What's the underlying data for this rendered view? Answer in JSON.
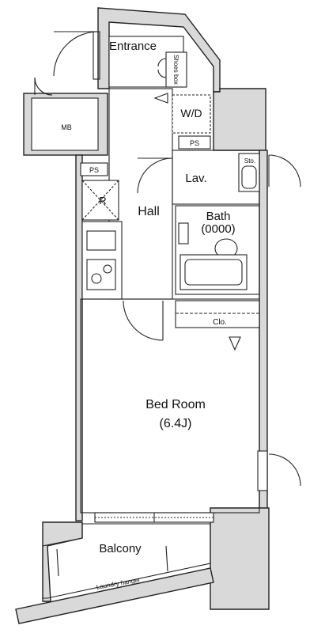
{
  "floorplan": {
    "rooms": {
      "entrance": "Entrance",
      "shoes_box": "Shoes box",
      "mb": "MB",
      "wd": "W/D",
      "ps_top": "PS",
      "ps_left": "PS",
      "lav": "Lav.",
      "sto": "Sto.",
      "hall": "Hall",
      "bath": "Bath",
      "bath_sub": "(0000)",
      "refrigerator": "R",
      "clo": "Clo.",
      "bedroom": "Bed Room",
      "bedroom_size": "(6.4J)",
      "balcony": "Balcony",
      "laundry_hanger": "Laundry hanger"
    },
    "colors": {
      "wall_fill": "#d9d9d9",
      "line": "#222222",
      "background": "#ffffff"
    }
  }
}
